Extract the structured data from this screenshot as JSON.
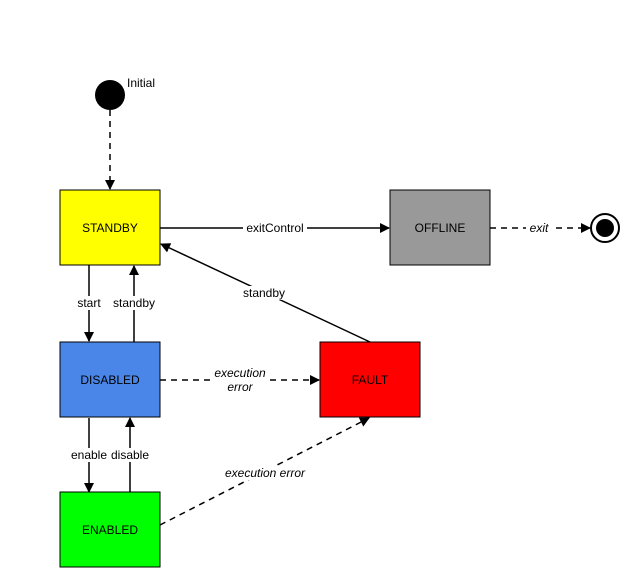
{
  "nodes": {
    "initial": {
      "label": "Initial"
    },
    "standby": {
      "label": "STANDBY",
      "color": "#ffff00"
    },
    "offline": {
      "label": "OFFLINE",
      "color": "#999999"
    },
    "disabled": {
      "label": "DISABLED",
      "color": "#4a86e8"
    },
    "fault": {
      "label": "FAULT",
      "color": "#ff0000"
    },
    "enabled": {
      "label": "ENABLED",
      "color": "#00ff00"
    }
  },
  "edges": {
    "exitControl": "exitControl",
    "exit": "exit",
    "standby_from_fault": "standby",
    "start": "start",
    "standby_from_disabled": "standby",
    "execution_error_line1": "execution",
    "execution_error_line2": "error",
    "enable": "enable",
    "disable": "disable",
    "execution_error_enabled": "execution error"
  }
}
